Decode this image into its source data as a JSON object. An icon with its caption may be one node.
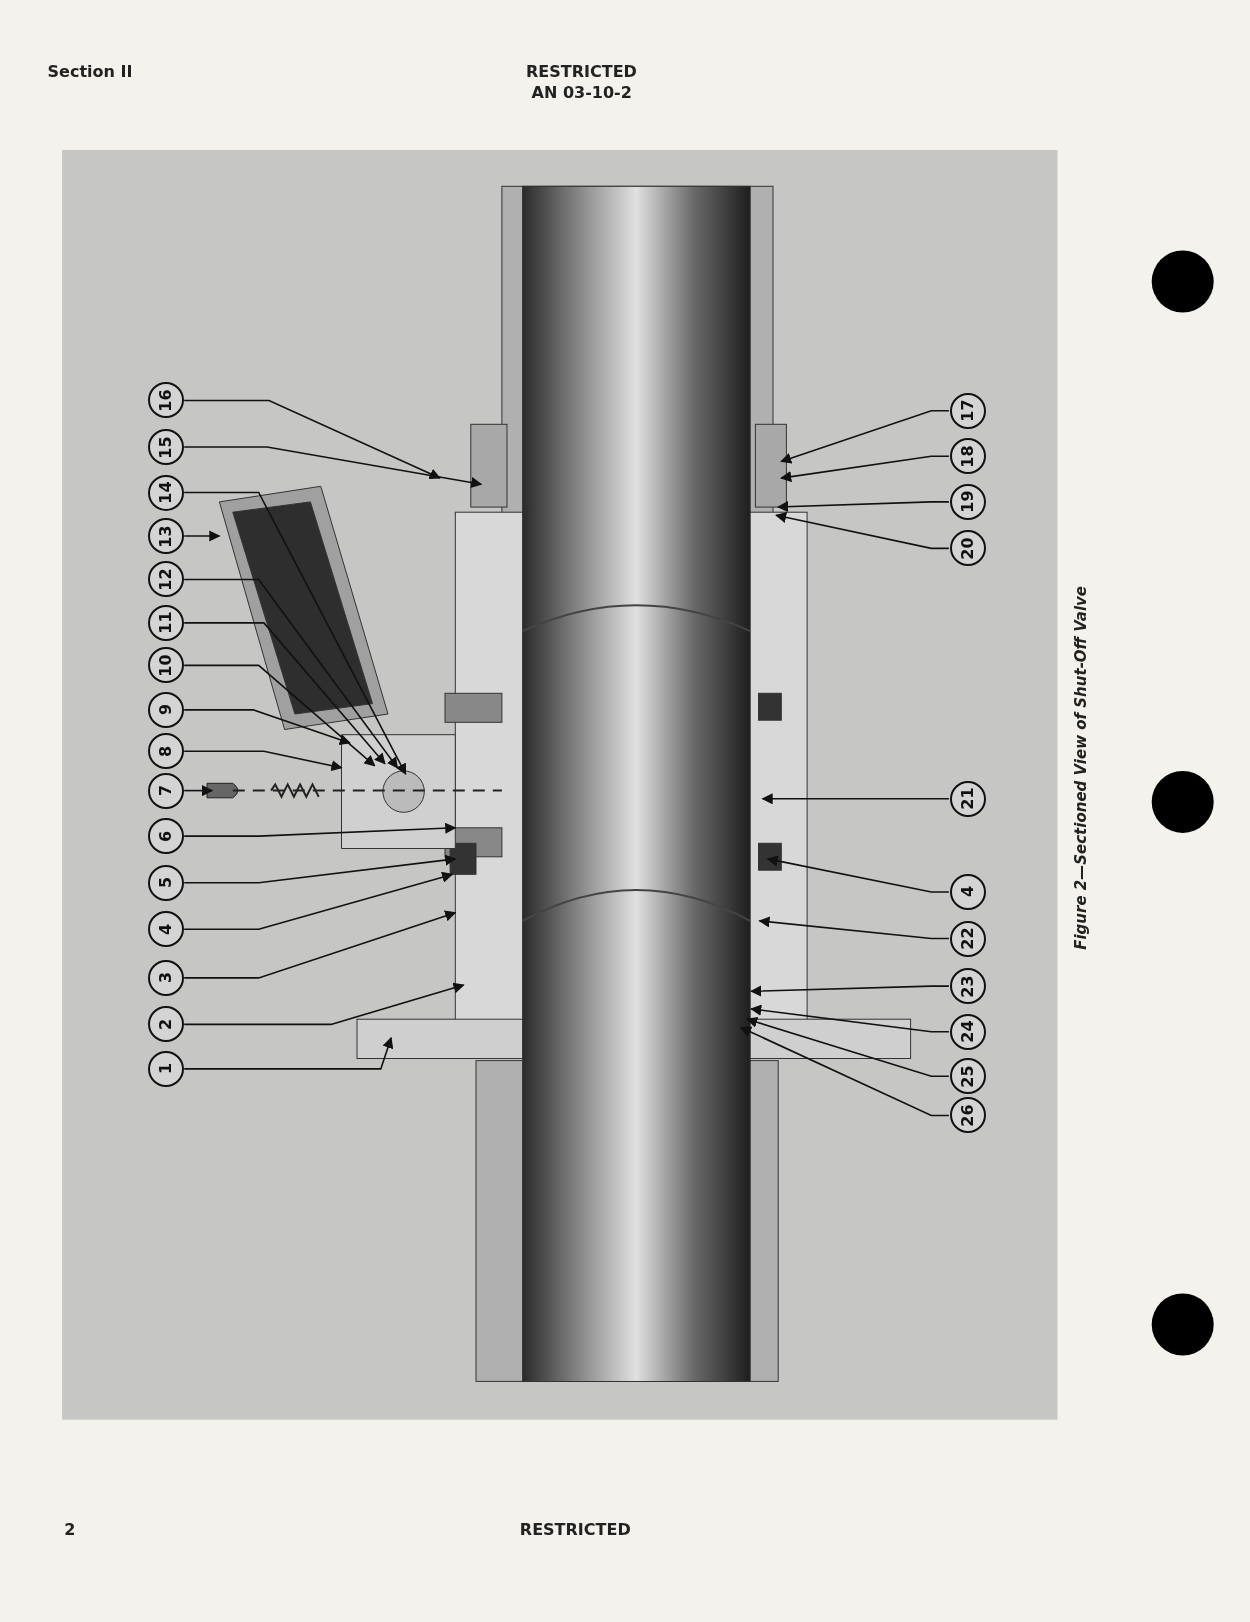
{
  "diagram": {
    "caption": "Figure 2—Sectioned View of Shut-Off Valve",
    "nodes": [
      {
        "text": [
          "1"
        ]
      },
      {
        "text": [
          "2"
        ]
      },
      {
        "text": [
          "3"
        ]
      },
      {
        "text": [
          "4"
        ]
      },
      {
        "text": [
          "5"
        ]
      },
      {
        "text": [
          "6"
        ]
      },
      {
        "text": [
          "7"
        ]
      },
      {
        "text": [
          "8"
        ]
      },
      {
        "text": [
          "9"
        ]
      },
      {
        "text": [
          "10"
        ]
      },
      {
        "text": [
          "11"
        ]
      },
      {
        "text": [
          "12"
        ]
      },
      {
        "text": [
          "13"
        ]
      },
      {
        "text": [
          "14"
        ]
      },
      {
        "text": [
          "15"
        ]
      },
      {
        "text": [
          "16"
        ]
      },
      {
        "text": [
          "17"
        ]
      },
      {
        "text": [
          "18"
        ]
      },
      {
        "text": [
          "19"
        ]
      },
      {
        "text": [
          "20"
        ]
      },
      {
        "text": [
          "21"
        ]
      },
      {
        "text": [
          "4"
        ]
      },
      {
        "text": [
          "22"
        ]
      },
      {
        "text": [
          "23"
        ]
      },
      {
        "text": [
          "24"
        ]
      },
      {
        "text": [
          "25"
        ]
      },
      {
        "text": [
          "26"
        ]
      }
    ],
    "edges": [
      {
        "from": 0,
        "to": null,
        "arrow": "to"
      },
      {
        "from": 1,
        "to": null,
        "arrow": "to"
      },
      {
        "from": 2,
        "to": null,
        "arrow": "to"
      },
      {
        "from": 3,
        "to": null,
        "arrow": "to"
      },
      {
        "from": 4,
        "to": null,
        "arrow": "to"
      },
      {
        "from": 5,
        "to": null,
        "arrow": "to"
      },
      {
        "from": 6,
        "to": null,
        "arrow": "to"
      },
      {
        "from": 7,
        "to": null,
        "arrow": "to"
      },
      {
        "from": 8,
        "to": null,
        "arrow": "to"
      },
      {
        "from": 9,
        "to": null,
        "arrow": "to"
      },
      {
        "from": 10,
        "to": null,
        "arrow": "to"
      },
      {
        "from": 11,
        "to": null,
        "arrow": "to"
      },
      {
        "from": 12,
        "to": null,
        "arrow": "to"
      },
      {
        "from": 13,
        "to": null,
        "arrow": "to"
      },
      {
        "from": 14,
        "to": null,
        "arrow": "to"
      },
      {
        "from": 15,
        "to": null,
        "arrow": "to"
      },
      {
        "from": 16,
        "to": null,
        "arrow": "to"
      },
      {
        "from": 17,
        "to": null,
        "arrow": "to"
      },
      {
        "from": 18,
        "to": null,
        "arrow": "to"
      },
      {
        "from": 19,
        "to": null,
        "arrow": "to"
      },
      {
        "from": 20,
        "to": null,
        "arrow": "to"
      },
      {
        "from": 21,
        "to": null,
        "arrow": "to"
      },
      {
        "from": 22,
        "to": null,
        "arrow": "to"
      },
      {
        "from": 23,
        "to": null,
        "arrow": "to"
      },
      {
        "from": 24,
        "to": null,
        "arrow": "to"
      },
      {
        "from": 25,
        "to": null,
        "arrow": "to"
      },
      {
        "from": 26,
        "to": null,
        "arrow": "to"
      }
    ],
    "labels": [
      "Section II",
      "RESTRICTED",
      "AN 03-10-2",
      "2",
      "RESTRICTED"
    ]
  }
}
